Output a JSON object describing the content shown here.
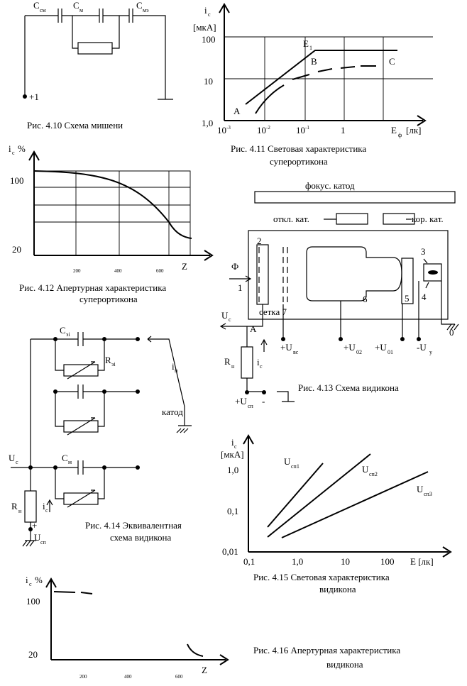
{
  "fig410": {
    "caption": "Рис. 4.10  Схема мишени",
    "c1": "С",
    "c1_sub": "см",
    "c2": "С",
    "c2_sub": "м",
    "c3": "С",
    "c3_sub": "мэ",
    "terminal": "+1"
  },
  "fig411": {
    "caption_l1": "Рис. 4.11  Световая характеристика",
    "caption_l2": "суперортикона",
    "ylabel": "i",
    "ylabel_sub": "с",
    "yunit": "[мкА]",
    "y_ticks": [
      "100",
      "10",
      "1,0"
    ],
    "x_ticks": [
      "10",
      "-3",
      "10",
      "-2",
      "10",
      "-1",
      "1"
    ],
    "xlabel": "E",
    "xlabel_sub": "ф",
    "xunit": "[лк]",
    "point_a": "A",
    "point_b": "B",
    "point_c": "C",
    "point_e": "E",
    "point_e_sub": "1"
  },
  "fig412": {
    "caption_l1": "Рис. 4.12  Апертурная характеристика",
    "caption_l2": "суперортикона",
    "ylabel": "i",
    "ylabel_sub": "с",
    "yunit": "%",
    "y_ticks": [
      "100",
      "20"
    ],
    "x_ticks": [
      "200",
      "400",
      "600"
    ],
    "xlabel": "Z"
  },
  "fig413": {
    "caption": "Рис. 4.13  Схема видикона",
    "focus": "фокус. катод",
    "deflect": "откл. кат.",
    "correct": "кор. кат.",
    "phi": "Ф",
    "n1": "1",
    "n2": "2",
    "n3": "3",
    "n4": "4",
    "n5": "5",
    "n6": "6",
    "grid7": "сетка 7",
    "uc": "U",
    "uc_sub": "с",
    "node_a": "A",
    "rn": "R",
    "rn_sub": "н",
    "ic": "i",
    "ic_sub": "с",
    "usp": "+U",
    "usp_sub": "сп",
    "minus": "-",
    "uvs": "+U",
    "uvs_sub": "вс",
    "u02": "+U",
    "u02_sub": "02",
    "u01": "+U",
    "u01_sub": "01",
    "uy": "-U",
    "uy_sub": "у",
    "zero": "0"
  },
  "fig414": {
    "caption_l1": "Рис. 4.14  Эквивалентная",
    "caption_l2": "схема видикона",
    "cei": "С",
    "cei_sub": "эi",
    "rei": "R",
    "rei_sub": "эi",
    "in": "i",
    "in_sub": "п",
    "cathode": "катод",
    "cm": "С",
    "cm_sub": "м",
    "uc": "U",
    "uc_sub": "с",
    "rn": "R",
    "rn_sub": "н",
    "ic": "i",
    "ic_sub": "с",
    "plus": "+",
    "usp": "U",
    "usp_sub": "сп"
  },
  "fig415": {
    "caption_l1": "Рис. 4.15  Световая характеристика",
    "caption_l2": "видикона",
    "ylabel": "i",
    "ylabel_sub": "с",
    "yunit": "[мкА]",
    "y_ticks": [
      "1,0",
      "0,1",
      "0,01"
    ],
    "x_ticks": [
      "0,1",
      "1,0",
      "10",
      "100"
    ],
    "xlabel": "E [лк]",
    "s1": "U",
    "s1_sub": "сп1",
    "s2": "U",
    "s2_sub": "сп2",
    "s3": "U",
    "s3_sub": "сп3"
  },
  "fig416": {
    "caption_l1": "Рис. 4.16  Апертурная характеристика",
    "caption_l2": "видикона",
    "ylabel": "i",
    "ylabel_sub": "с",
    "yunit": "%",
    "y_ticks": [
      "100",
      "20"
    ],
    "x_ticks": [
      "200",
      "400",
      "600"
    ],
    "xlabel": "Z"
  }
}
